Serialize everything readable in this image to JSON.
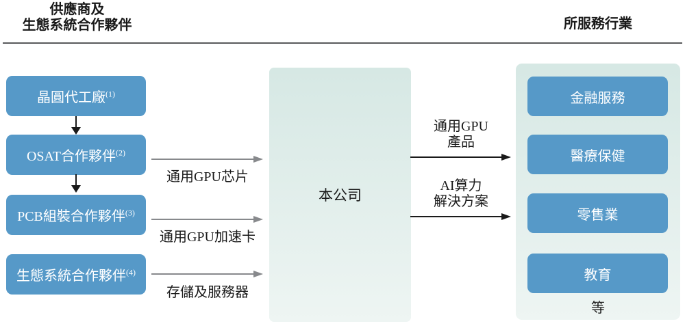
{
  "header": {
    "left_title_line1": "供應商及",
    "left_title_line2": "生態系統合作夥伴",
    "right_title": "所服務行業"
  },
  "suppliers": {
    "boxes": [
      {
        "label": "晶圓代工廠",
        "footnote": "(1)"
      },
      {
        "label": "OSAT合作夥伴",
        "footnote": "(2)"
      },
      {
        "label": "PCB組裝合作夥伴",
        "footnote": "(3)"
      },
      {
        "label": "生態系統合作夥伴",
        "footnote": "(4)"
      }
    ]
  },
  "supply_flows": [
    {
      "label": "通用GPU芯片"
    },
    {
      "label": "通用GPU加速卡"
    },
    {
      "label": "存儲及服務器"
    }
  ],
  "company": {
    "label": "本公司"
  },
  "output_flows": [
    {
      "line1": "通用GPU",
      "line2": "產品"
    },
    {
      "line1": "AI算力",
      "line2": "解決方案"
    }
  ],
  "industries": {
    "boxes": [
      {
        "label": "金融服務"
      },
      {
        "label": "醫療保健"
      },
      {
        "label": "零售業"
      },
      {
        "label": "教育"
      }
    ],
    "etc": "等"
  },
  "colors": {
    "box_blue": "#5699c8",
    "panel_teal_top": "#d6e8e4",
    "panel_teal_bottom": "#eef5f3",
    "divider_gray": "#58595b",
    "arrow_gray": "#87898c",
    "arrow_black": "#1a1a1a",
    "box_text": "#ffffff"
  }
}
